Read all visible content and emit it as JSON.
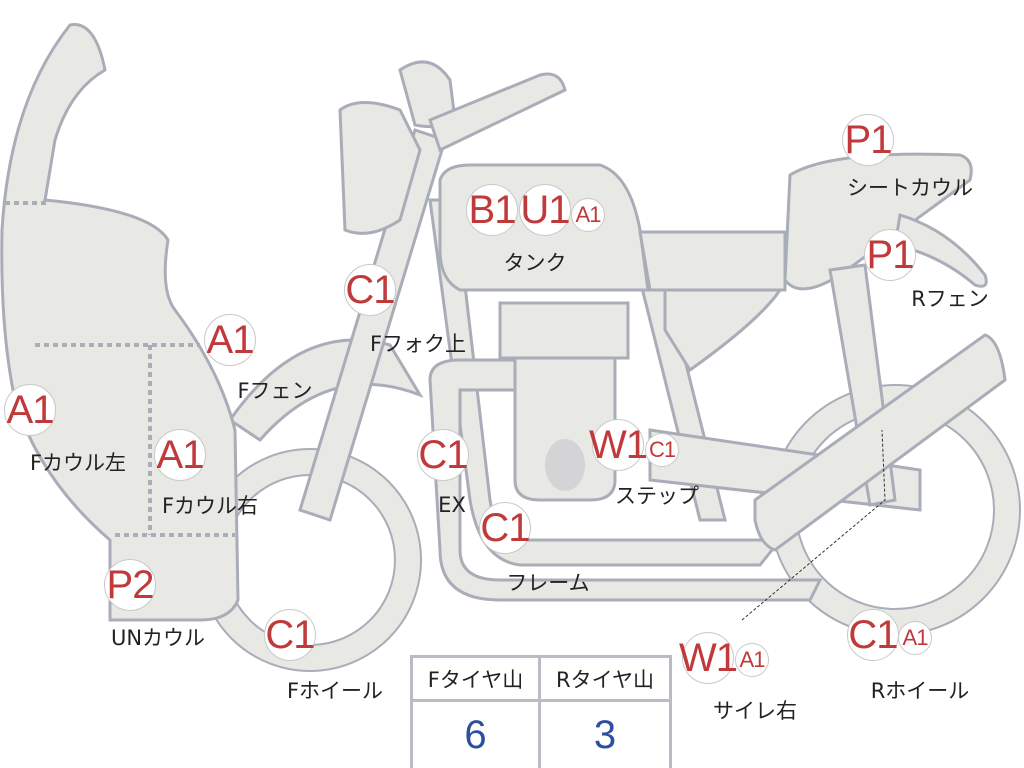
{
  "colors": {
    "part_fill": "#e8e8e5",
    "part_stroke": "#a9adb8",
    "grade": "#c0393b",
    "value": "#2c4f9e"
  },
  "markers": [
    {
      "part": "Fカウル左",
      "codes": [
        "A1"
      ]
    },
    {
      "part": "Fカウル右",
      "codes": [
        "A1"
      ]
    },
    {
      "part": "Fフェン",
      "codes": [
        "A1"
      ]
    },
    {
      "part": "UNカウル",
      "codes": [
        "P2"
      ]
    },
    {
      "part": "Fホイール",
      "codes": [
        "C1"
      ]
    },
    {
      "part": "Fフォク上",
      "codes": [
        "C1"
      ]
    },
    {
      "part": "EX",
      "codes": [
        "C1"
      ]
    },
    {
      "part": "フレーム",
      "codes": [
        "C1"
      ]
    },
    {
      "part": "タンク",
      "codes": [
        "B1",
        "U1",
        "A1"
      ]
    },
    {
      "part": "ステップ",
      "codes": [
        "W1",
        "C1"
      ]
    },
    {
      "part": "シートカウル",
      "codes": [
        "P1"
      ]
    },
    {
      "part": "Rフェン",
      "codes": [
        "P1"
      ]
    },
    {
      "part": "サイレ右",
      "codes": [
        "W1",
        "A1"
      ]
    },
    {
      "part": "Rホイール",
      "codes": [
        "C1",
        "A1"
      ]
    }
  ],
  "tire_table": {
    "headers": [
      "Fタイヤ山",
      "Rタイヤ山"
    ],
    "values": [
      "6",
      "3"
    ]
  }
}
